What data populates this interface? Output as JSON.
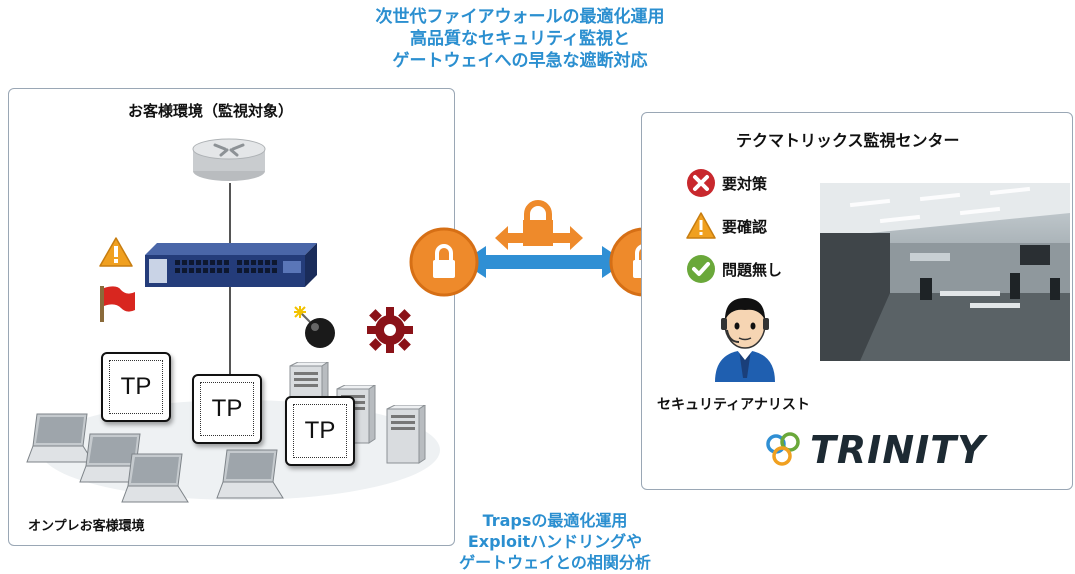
{
  "top_caption": [
    "次世代ファイアウォールの最適化運用",
    "高品質なセキュリティ監視と",
    "ゲートウェイへの早急な遮断対応"
  ],
  "bottom_caption": [
    "Trapsの最適化運用",
    "Exploitハンドリングや",
    "ゲートウェイとの相関分析"
  ],
  "customer": {
    "title": "お客様環境（監視対象）",
    "onprem_label": "オンプレお客様環境",
    "tp_labels": [
      "TP",
      "TP",
      "TP"
    ]
  },
  "center": {
    "title": "テクマトリックス監視センター",
    "statuses": [
      {
        "icon": "x-circle-icon",
        "label": "要対策",
        "color": "#c8282d"
      },
      {
        "icon": "warning-icon",
        "label": "要確認",
        "color": "#f0a020"
      },
      {
        "icon": "check-circle-icon",
        "label": "問題無し",
        "color": "#6aa83a"
      }
    ],
    "analyst_label": "セキュリティアナリスト",
    "brand": "TRINITY"
  },
  "colors": {
    "caption": "#2b8fd0",
    "lock_orange": "#ee8a2b",
    "arrow_blue": "#2f8fd4",
    "firewall_blue": "#243c7a"
  }
}
